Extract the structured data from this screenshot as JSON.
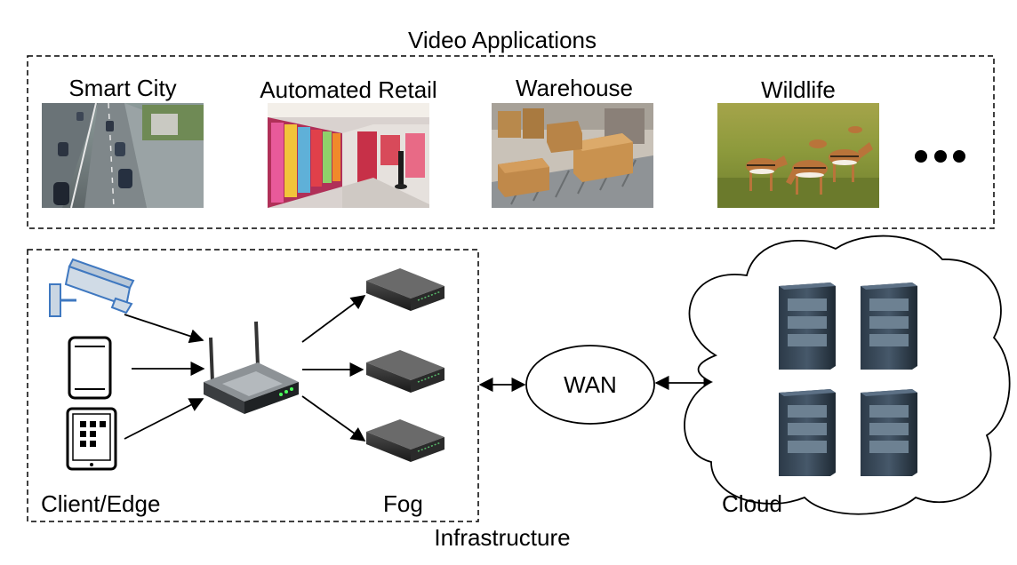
{
  "applications": {
    "title": "Video Applications",
    "items": [
      {
        "label": "Smart City"
      },
      {
        "label": "Automated Retail"
      },
      {
        "label": "Warehouse"
      },
      {
        "label": "Wildlife"
      }
    ],
    "more_icon": "ellipsis-icon"
  },
  "infrastructure": {
    "title": "Infrastructure",
    "client_label": "Client/Edge",
    "fog_label": "Fog",
    "wan_label": "WAN",
    "cloud_label": "Cloud"
  },
  "icons": {
    "camera": "security-camera-icon",
    "phone": "smartphone-icon",
    "tablet": "tablet-icon",
    "router": "router-icon",
    "fog_node": "fog-node-icon",
    "server": "server-rack-icon"
  }
}
